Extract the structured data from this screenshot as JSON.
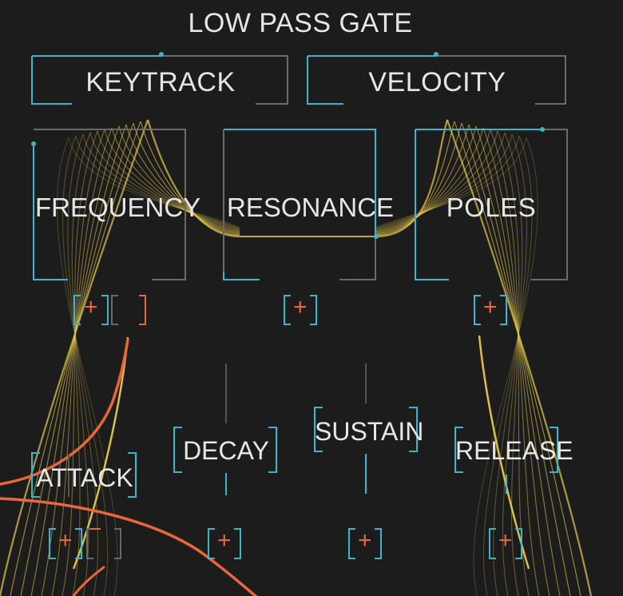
{
  "title": "LOW PASS GATE",
  "modulators": {
    "keytrack": "KEYTRACK",
    "velocity": "VELOCITY"
  },
  "filter": {
    "frequency": "FREQUENCY",
    "resonance": "RESONANCE",
    "poles": "POLES"
  },
  "envelope": {
    "attack": "ATTACK",
    "decay": "DECAY",
    "sustain": "SUSTAIN",
    "release": "RELEASE"
  },
  "add_icon": "+",
  "colors": {
    "background": "#1c1c1d",
    "frame_active": "#3fb3c9",
    "frame_inactive": "#6a6a6a",
    "add_button": "#e8673a",
    "envelope_curve": "#e6c84a",
    "cable": "#e8673a",
    "text": "#e6e6e6"
  }
}
